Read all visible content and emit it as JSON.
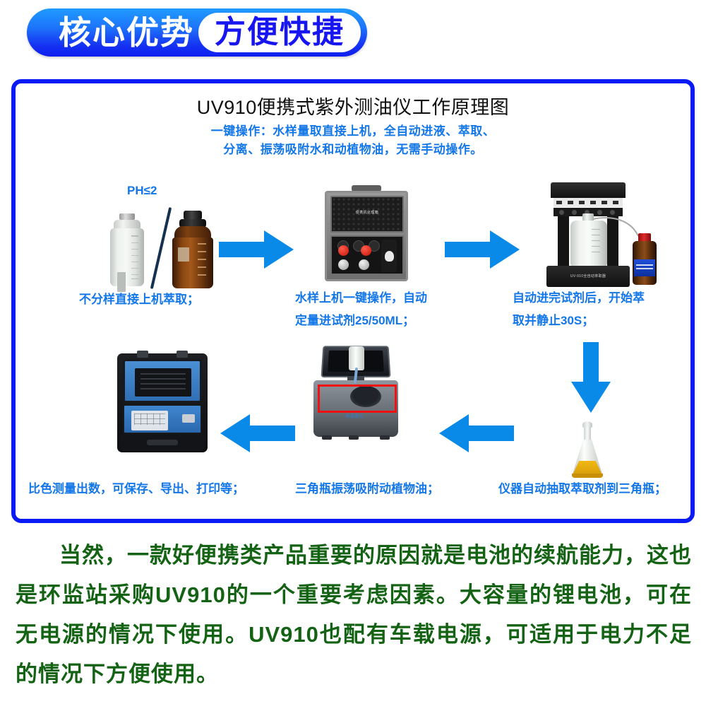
{
  "header": {
    "primary_label": "核心优势",
    "secondary_label": "方便快捷",
    "badge_gradient_start": "#1f9bff",
    "badge_gradient_end": "#0f1ef0",
    "secondary_text_color": "#1715f0"
  },
  "diagram": {
    "border_color": "#0a1af5",
    "title": "UV910便携式紫外测油仪工作原理图",
    "subtitle_line1": "一键操作：水样量取直接上机，全自动进液、萃取、",
    "subtitle_line2": "分离、振荡吸附水和动植物油，无需手动操作。",
    "accent_text_color": "#1477e8",
    "arrow_color": "#0a8ae8",
    "highlight_color": "#f21010",
    "ph_note": "PH≤2",
    "steps": [
      {
        "id": "step-1-sampling",
        "caption_lines": [
          "不分样直接上机萃取；"
        ]
      },
      {
        "id": "step-2-case",
        "caption_lines": [
          "水样上机一键操作，自动",
          "定量进试剂25/50ML；"
        ],
        "case_lid_text": "便携机处理箱"
      },
      {
        "id": "step-3-extractor",
        "caption_lines": [
          "自动进完试剂后，开始萃",
          "取并静止30S；"
        ],
        "instrument_base_text": "UV-910全自动萃取器",
        "reagent_label_text": "四氯乙烯萃取剂"
      },
      {
        "id": "step-4-flask",
        "caption_lines": [
          "仪器自动抽取萃取剂到三角瓶；"
        ]
      },
      {
        "id": "step-5-shaker",
        "caption_lines": [
          "三角瓶振荡吸附动植物油；"
        ],
        "shaker_logo_text": "恒准星仪"
      },
      {
        "id": "step-6-colorimeter",
        "caption_lines": [
          "比色测量出数，可保存、导出、打印等；"
        ]
      }
    ]
  },
  "footer": {
    "paragraph": "当然，一款好便携类产品重要的原因就是电池的续航能力，这也是环监站采购UV910的一个重要考虑因素。大容量的锂电池，可在无电源的情况下使用。UV910也配有车载电源，可适用于电力不足的情况下方便使用。",
    "text_color": "#146314"
  }
}
